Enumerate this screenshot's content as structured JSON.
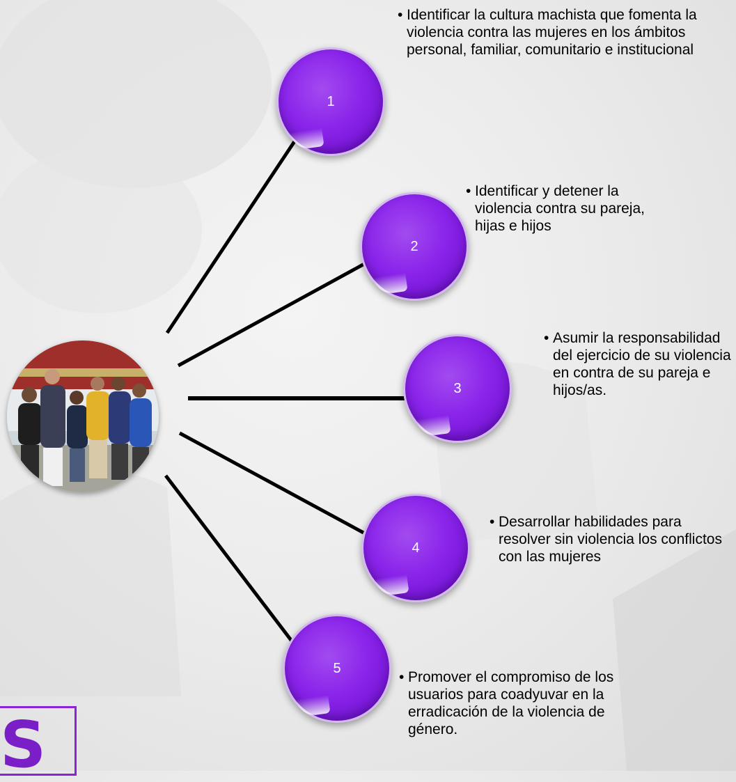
{
  "colors": {
    "node_fill": "#8a24ea",
    "node_border": "#d2b8ef",
    "connector": "#000000",
    "logo": "#7a1fc8"
  },
  "center_image": {
    "icon": "group-photo"
  },
  "items": [
    {
      "number": "1",
      "bullet": "•",
      "text": "Identificar la cultura machista que fomenta la violencia contra las mujeres en los ámbitos personal, familiar, comunitario e institucional"
    },
    {
      "number": "2",
      "bullet": "•",
      "text": "Identificar y detener la violencia contra su pareja, hijas e hijos"
    },
    {
      "number": "3",
      "bullet": "•",
      "text": "Asumir la responsabilidad del ejercicio de su violencia en contra de su pareja e hijos/as."
    },
    {
      "number": "4",
      "bullet": "•",
      "text": "Desarrollar habilidades para resolver sin violencia los conflictos con las mujeres"
    },
    {
      "number": "5",
      "bullet": "•",
      "text": "Promover el compromiso de los usuarios para coadyuvar en la erradicación de la violencia de género."
    }
  ],
  "logo": {
    "letter": "S"
  }
}
